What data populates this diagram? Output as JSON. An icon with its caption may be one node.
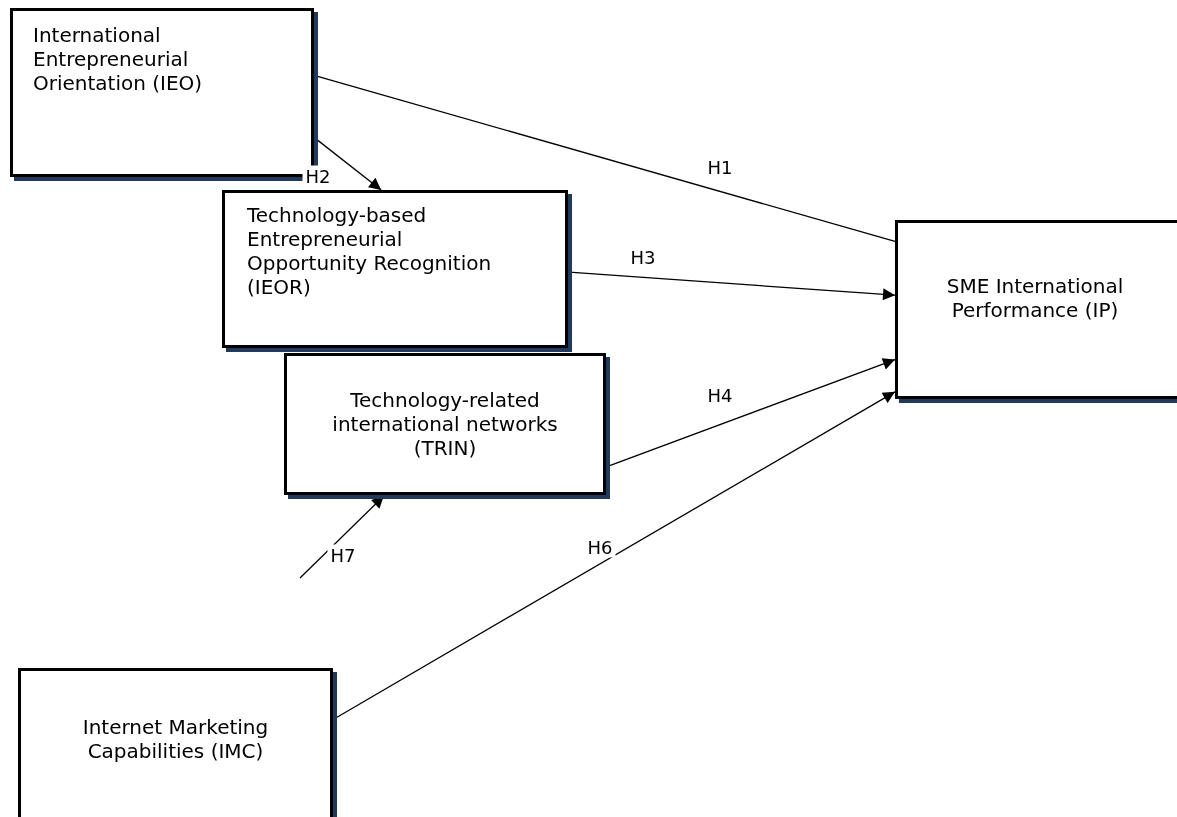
{
  "diagram": {
    "nodes": [
      {
        "text": [
          "International Entrepreneurial Orientation (IEO)"
        ]
      },
      {
        "text": [
          "Technology-based Entrepreneurial Opportunity Recognition (IEOR)"
        ]
      },
      {
        "text": [
          "Technology-related international networks (TRIN)"
        ]
      },
      {
        "text": [
          "SME International Performance (IP)"
        ]
      },
      {
        "text": [
          "Internet Marketing Capabilities (IMC)"
        ]
      }
    ],
    "edges": [
      {
        "from": 0,
        "to": 3,
        "arrow": "none",
        "label": "H1"
      },
      {
        "from": 0,
        "to": 1,
        "arrow": "to",
        "label": "H2"
      },
      {
        "from": 1,
        "to": 3,
        "arrow": "to",
        "label": "H3"
      },
      {
        "from": 2,
        "to": 3,
        "arrow": "to",
        "label": "H4"
      },
      {
        "from": 4,
        "to": 3,
        "arrow": "to",
        "label": "H6"
      },
      {
        "from": null,
        "to": 2,
        "arrow": "to",
        "label": "H7"
      }
    ]
  }
}
